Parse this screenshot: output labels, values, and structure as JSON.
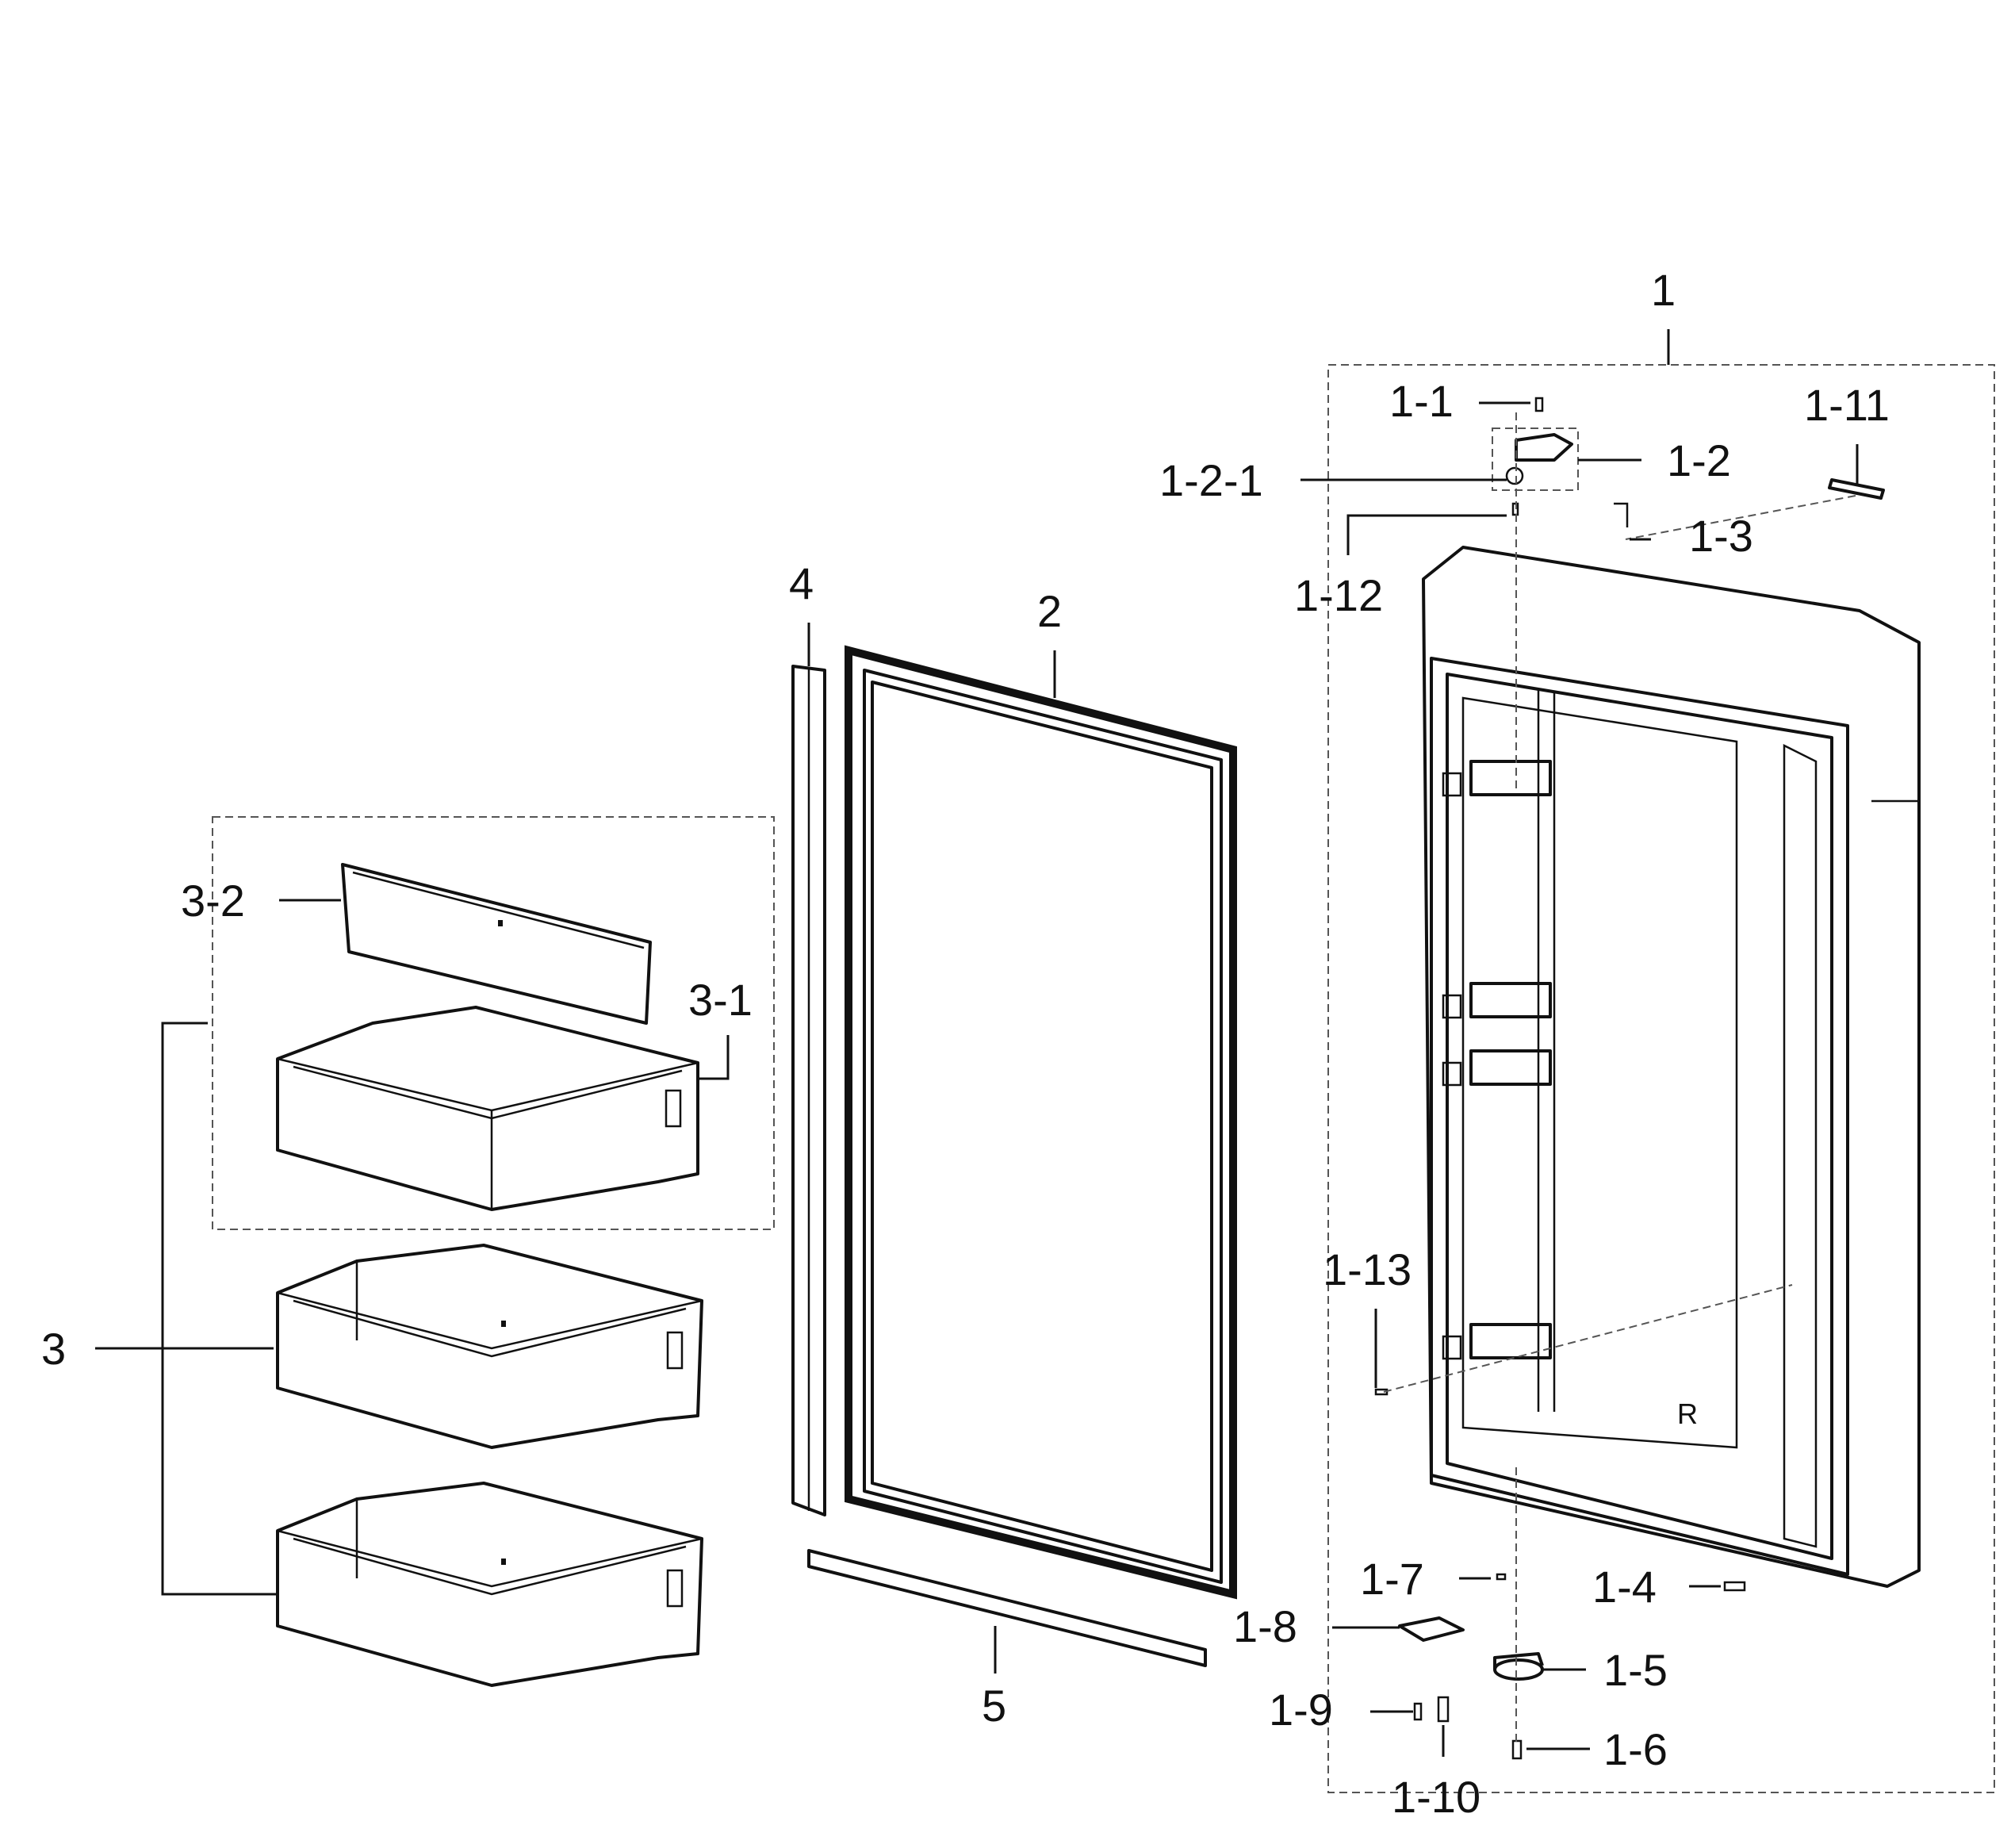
{
  "labels": {
    "l1": "1",
    "l1_1": "1-1",
    "l1_2": "1-2",
    "l1_2_1": "1-2-1",
    "l1_3": "1-3",
    "l1_4": "1-4",
    "l1_5": "1-5",
    "l1_6": "1-6",
    "l1_7": "1-7",
    "l1_8": "1-8",
    "l1_9": "1-9",
    "l1_10": "1-10",
    "l1_11": "1-11",
    "l1_12": "1-12",
    "l1_13": "1-13",
    "l2": "2",
    "l3": "3",
    "l3_1": "3-1",
    "l3_2": "3-2",
    "l4": "4",
    "l5": "5",
    "r_mark": "R"
  }
}
